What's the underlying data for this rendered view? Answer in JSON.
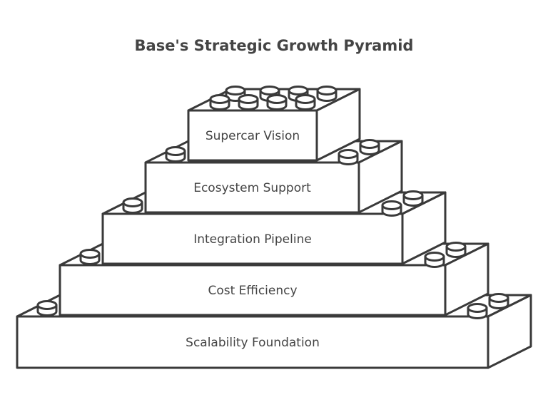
{
  "title": "Base's Strategic Growth Pyramid",
  "layers": [
    {
      "label": "Supercar Vision"
    },
    {
      "label": "Ecosystem Support"
    },
    {
      "label": "Integration Pipeline"
    },
    {
      "label": "Cost Efficiency"
    },
    {
      "label": "Scalability Foundation"
    }
  ],
  "colors": {
    "stroke": "#3a3a3a",
    "fill": "#ffffff",
    "text": "#444444"
  }
}
